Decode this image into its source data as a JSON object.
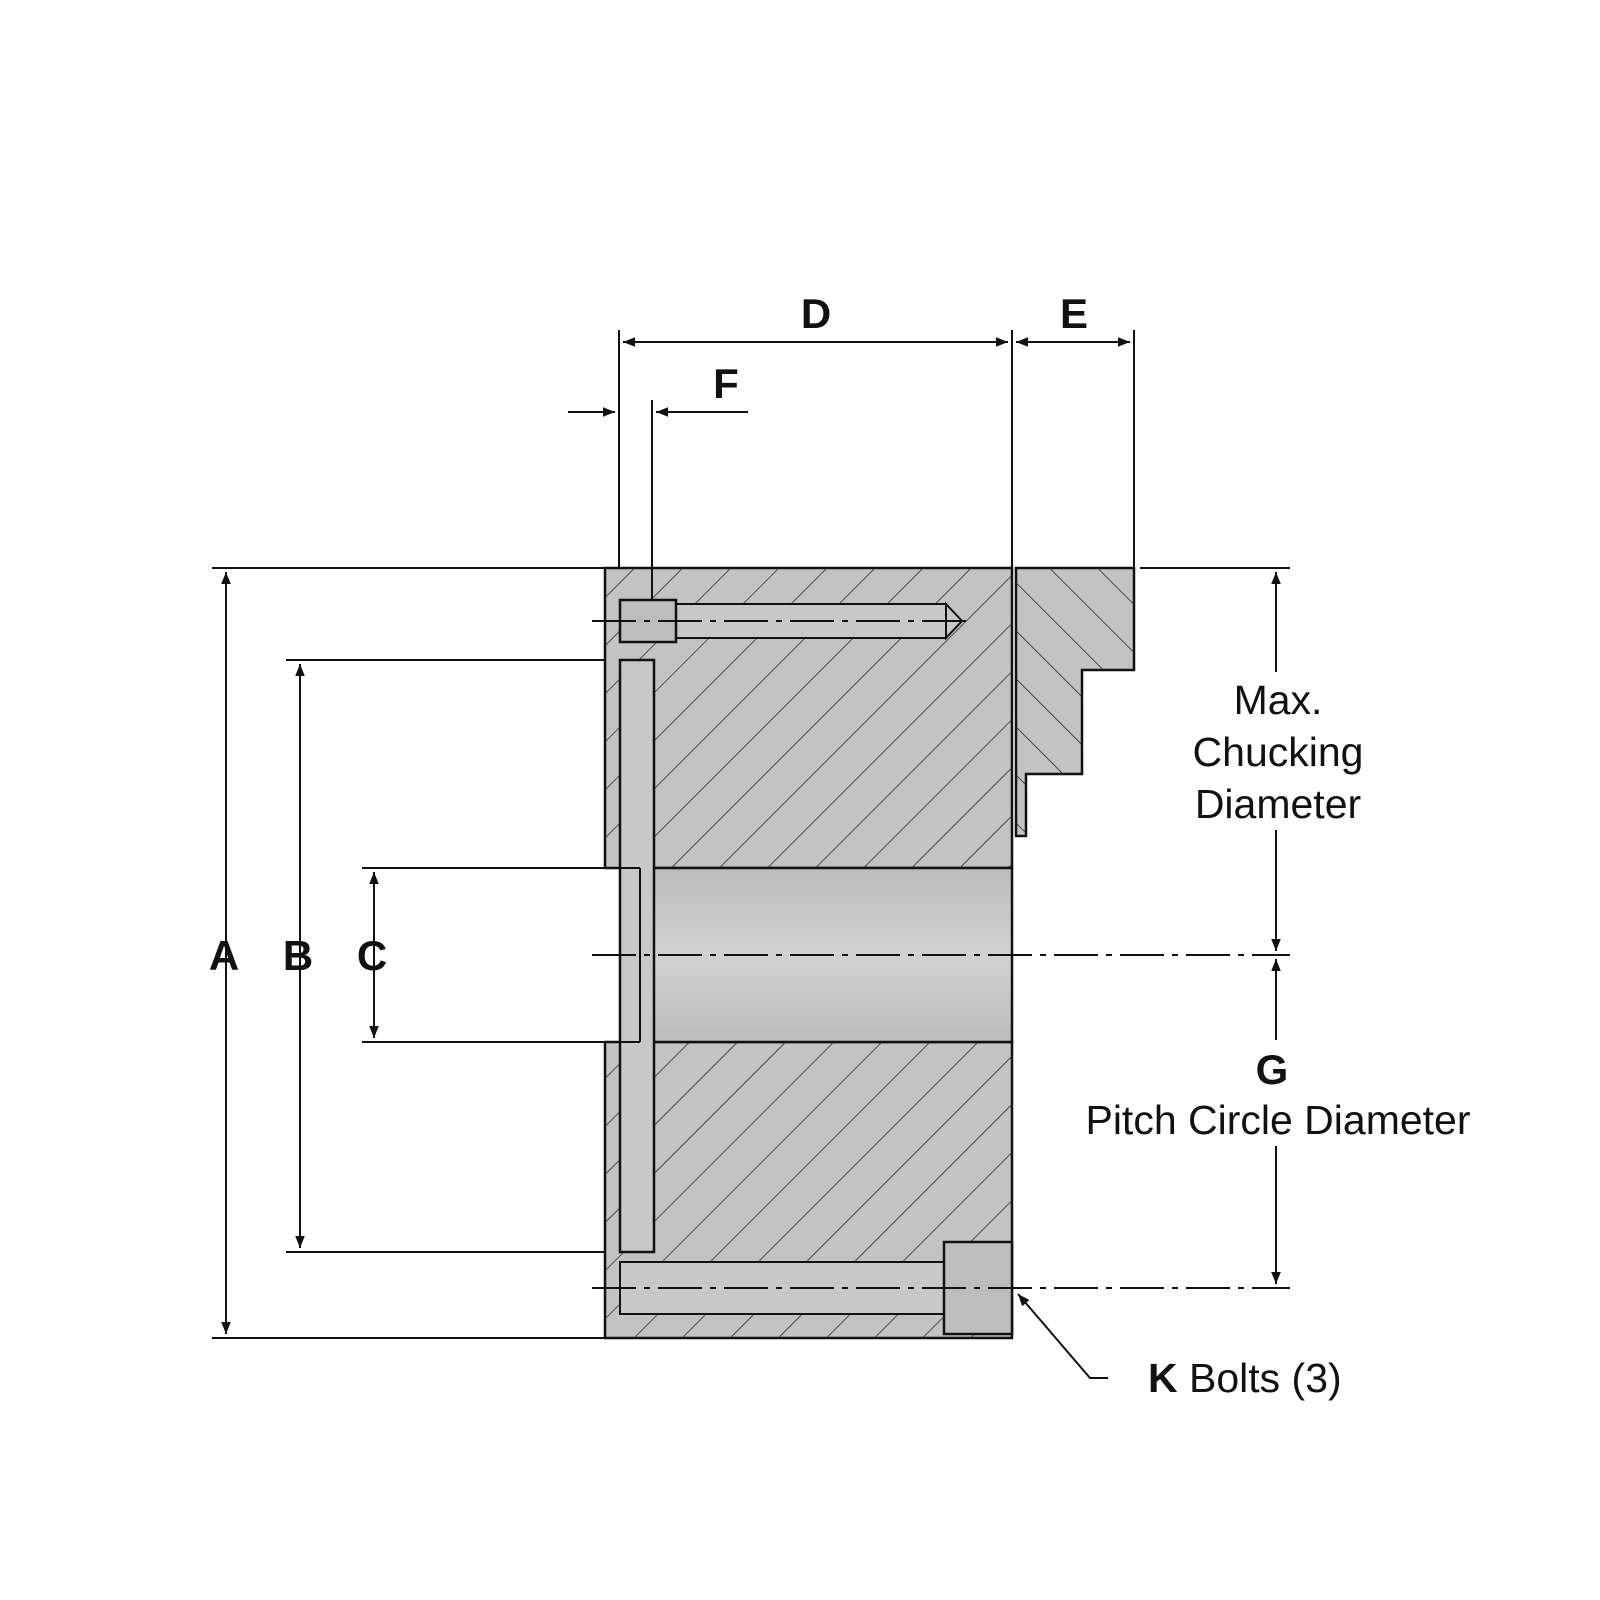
{
  "colors": {
    "body_fill": "#c3c3c3",
    "bore_fill": "#c8c8c8",
    "bolt_fill": "#bdbdbd",
    "line": "#111111",
    "hatch": "#2a2a33"
  },
  "dimensions": {
    "a": "A",
    "b": "B",
    "c": "C",
    "d": "D",
    "e": "E",
    "f": "F"
  },
  "max_chucking": {
    "line1": "Max.",
    "line2": "Chucking",
    "line3": "Diameter"
  },
  "pitch_circle": {
    "letter": "G",
    "text": "Pitch Circle Diameter"
  },
  "bolts": {
    "letter": "K",
    "text": " Bolts (3)"
  }
}
